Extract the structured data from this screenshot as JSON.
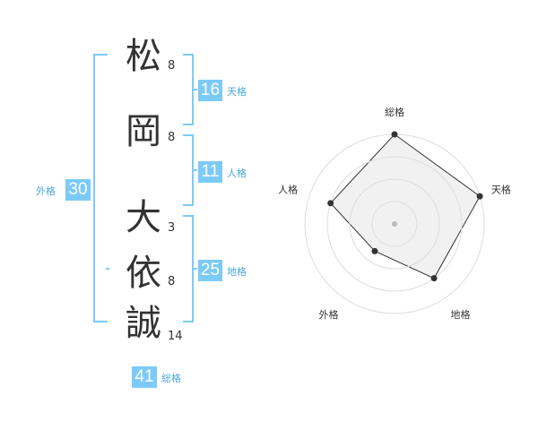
{
  "name_chars": [
    {
      "char": "松",
      "strokes": "8"
    },
    {
      "char": "岡",
      "strokes": "8"
    },
    {
      "char": "大",
      "strokes": "3"
    },
    {
      "char": "依",
      "strokes": "8"
    },
    {
      "char": "誠",
      "strokes": "14"
    }
  ],
  "fortunes": {
    "tenkaku": {
      "value": "16",
      "label": "天格"
    },
    "jinkaku": {
      "value": "11",
      "label": "人格"
    },
    "chikaku": {
      "value": "25",
      "label": "地格"
    },
    "gaikaku": {
      "value": "30",
      "label": "外格"
    },
    "soukaku": {
      "value": "41",
      "label": "総格"
    }
  },
  "radar": {
    "axes": [
      "総格",
      "天格",
      "地格",
      "外格",
      "人格"
    ],
    "levels": 4,
    "values": [
      4,
      4,
      3,
      1.5,
      3
    ],
    "max": 4
  },
  "colors": {
    "accent": "#7ccaf7",
    "label_text": "#4aa8e0",
    "radar_fill": "#eeeeee",
    "radar_line": "#333333"
  }
}
